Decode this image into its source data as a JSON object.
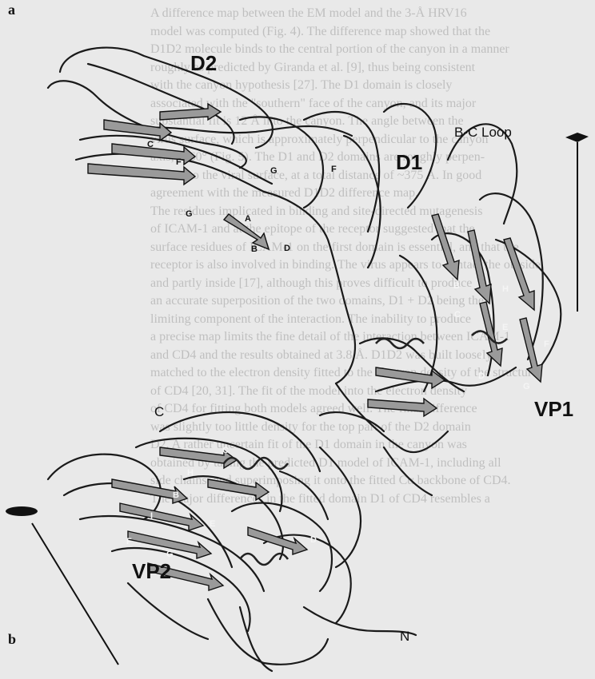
{
  "panel_labels": {
    "a": "a",
    "b": "b"
  },
  "domains": {
    "d1": "D1",
    "d2": "D2",
    "vp1": "VP1",
    "vp2": "VP2"
  },
  "annotations": {
    "bc_loop": "B-C Loop",
    "c_term": "C",
    "n_term": "N"
  },
  "strands_d2": [
    "C",
    "F",
    "G",
    "A",
    "B",
    "D"
  ],
  "strands_d1": [
    "G",
    "F"
  ],
  "strands_vp1": [
    "B",
    "C",
    "H",
    "E",
    "I",
    "D",
    "F",
    "G"
  ],
  "strands_vp2": [
    "C",
    "H",
    "B",
    "E",
    "I",
    "F",
    "G",
    "D"
  ],
  "background_text": "A difference map between the EM model and the 3-Å HRV16\nmodel was computed (Fig. 4). The difference map showed that the\nD1D2 molecule binds to the central portion of the canyon in a manner\nroughly as predicted by Giranda et al. [9], thus being consistent\nwith the canyon hypothesis [27]. The D1 domain is closely\nassociated with the \"southern\" face of the canyon, and its major\nsubstantial fit is 12 Å into the canyon. The angle between the\nvirus surface, which is approximately perpendicular to the canyon\naxis, is 60° (Fig. 5). The D1 and D2 domains are roughly perpen-\ndicular to the viral surface, at a total distance of ~375 Å. In good\nagreement with the measured D1D2 difference map.\nThe residues implicated in binding and site-directed mutagenesis\nof ICAM-1 and at the epitope of the receptor suggested that the\nsurface residues of ICAM-1 on the first domain is essential, and that the\nreceptor is also involved in binding. The virus appears to contact the outside\nand partly inside [17], although this proves difficult to produce\nan accurate superposition of the two domains, D1 + D2 being the\nlimiting component of the interaction. The inability to produce\na precise map limits the fine detail of the interaction between ICAM-1\nand CD4 and the results obtained at 3.8 Å. D1D2 was built loosely\nmatched to the electron density fitted to the electron density of the structure\nof CD4 [20, 31]. The fit of the model into the electron density\nof CD4 for fitting both models agreed well. The final difference\nwas slightly too little density for the top part of the D2 domain\nD2. A rather uncertain fit of the D1 domain in the canyon was\nobtained by taking the predicted D1 model of ICAM-1, including all\nside chains, and superimposing it onto the fitted Cα backbone of CD4.\nThe major differences in the fitted domain D1 of CD4 resembles a"
}
